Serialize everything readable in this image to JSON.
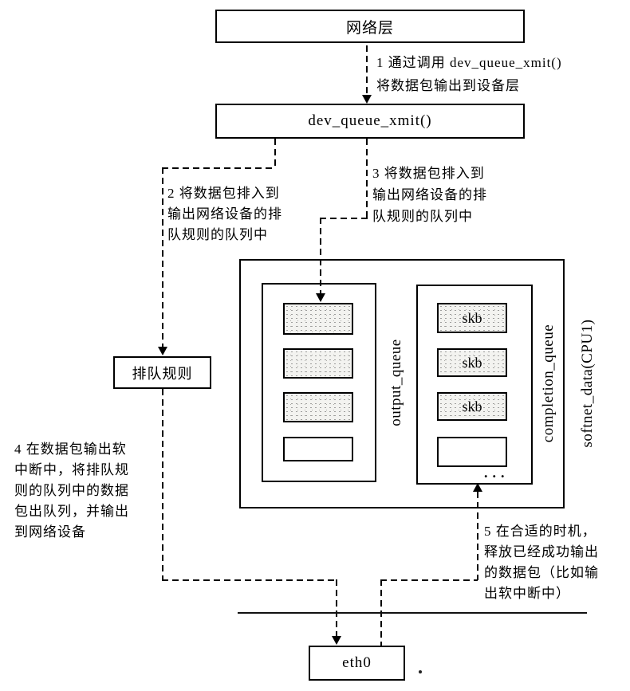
{
  "nodes": {
    "network_layer": "网络层",
    "dev_queue_xmit": "dev_queue_xmit()",
    "qdisc": "排队规则",
    "eth0": "eth0"
  },
  "annotations": {
    "step1": "1 通过调用 dev_queue_xmit()\n将数据包输出到设备层",
    "step2": "2 将数据包排入到\n输出网络设备的排\n队规则的队列中",
    "step3": "3 将数据包排入到\n输出网络设备的排\n队规则的队列中",
    "step4": "4 在数据包输出软\n中断中，将排队规\n则的队列中的数据\n包出队列，并输出\n到网络设备",
    "step5": "5 在合适的时机，\n释放已经成功输出\n的数据包（比如输\n出软中断中）"
  },
  "softnet": {
    "label": "softnet_data(CPU1)",
    "output_queue": {
      "label": "output_queue"
    },
    "completion_queue": {
      "label": "completion_queue",
      "skb": "skb",
      "ellipsis": "..."
    }
  },
  "marks": {
    "period": "."
  },
  "colors": {
    "line": "#000000",
    "background": "#ffffff",
    "slot_fill": "#f3f3f0"
  }
}
